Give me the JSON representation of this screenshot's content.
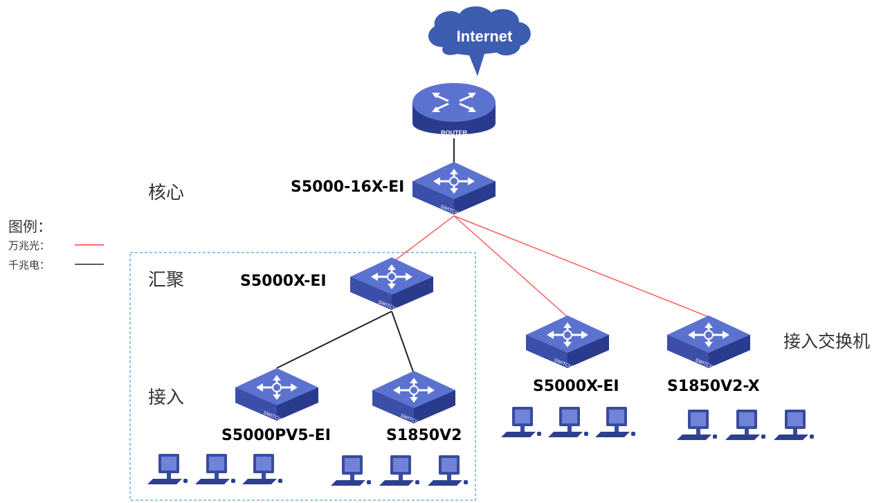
{
  "cloud": {
    "label": "Internet"
  },
  "router": {
    "label": "ROUTER"
  },
  "switch_caption": "SWITCH",
  "tiers": {
    "core": "核心",
    "aggregation": "汇聚",
    "access": "接入",
    "access_switches": "接入交换机"
  },
  "models": {
    "core": "S5000-16X-EI",
    "aggregation": "S5000X-EI",
    "access_left": "S5000PV5-EI",
    "access_mid": "S1850V2",
    "access_right1": "S5000X-EI",
    "access_right2": "S1850V2-X"
  },
  "legend": {
    "title": "图例：",
    "items": [
      {
        "label": "万兆光：",
        "color": "#ff3b3b"
      },
      {
        "label": "千兆电：",
        "color": "#222222"
      }
    ]
  },
  "colors": {
    "device": "#4a5fbf",
    "device_dark": "#2a3a8c",
    "box_border": "#6ab0d8",
    "pc": "#3a4a9c"
  }
}
